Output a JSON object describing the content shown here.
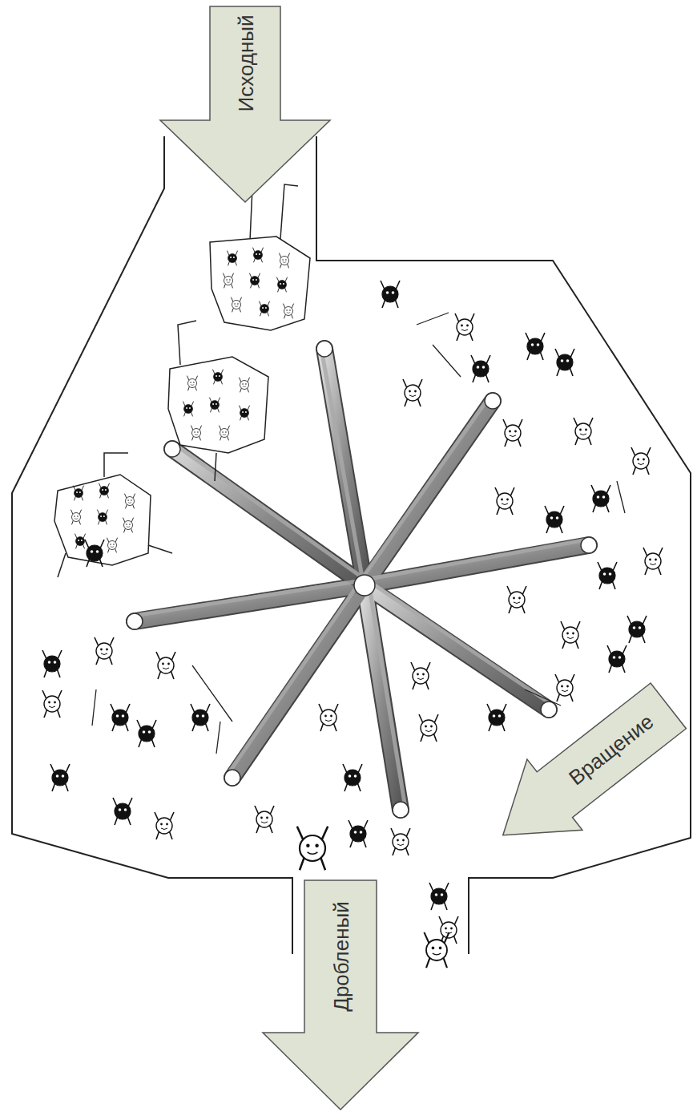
{
  "diagram": {
    "nodes": [
      {
        "text": [
          "Исходный"
        ]
      },
      {
        "text": [
          "Вращение"
        ]
      },
      {
        "text": [
          "Дробленый"
        ]
      }
    ]
  }
}
